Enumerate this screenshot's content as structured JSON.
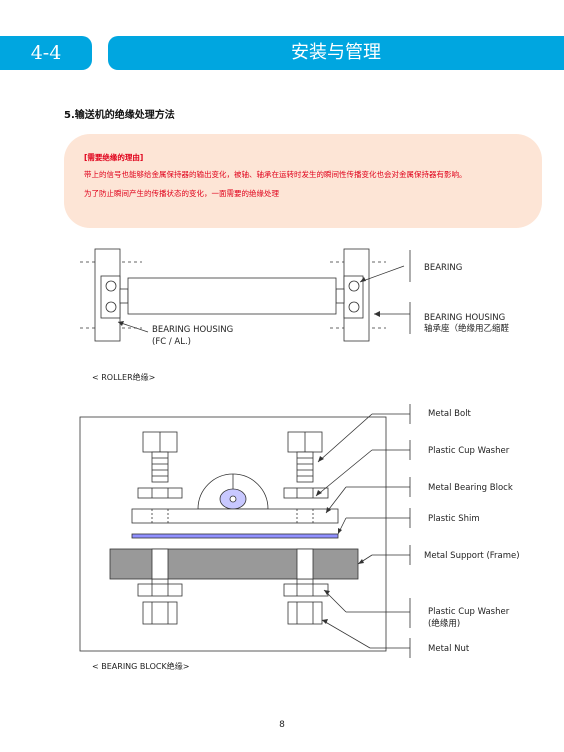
{
  "header": {
    "chapter": "4-4",
    "title": "安装与管理"
  },
  "section_title": "5.输送机的绝缘处理方法",
  "note": {
    "heading": "[需要绝缘的理由]",
    "line1": "带上的信号也能够给金属保持器的输出变化，被轴、轴承在运转时发生的瞬间性传播变化也会对金属保持器有影响。",
    "line2": "为了防止瞬间产生的传播状态的变化，一面需要的绝缘处理"
  },
  "roller_diagram": {
    "labels": {
      "bearing": "BEARING",
      "housing_right_1": "BEARING HOUSING",
      "housing_right_2": "轴承座（绝缘用乙缩醛",
      "housing_left_1": "BEARING HOUSING",
      "housing_left_2": "(FC / AL.)"
    },
    "caption": "< ROLLER绝缘>"
  },
  "block_diagram": {
    "labels": {
      "metal_bolt": "Metal Bolt",
      "plastic_cup_washer": "Plastic Cup Washer",
      "metal_bearing_block": "Metal Bearing Block",
      "plastic_shim": "Plastic Shim",
      "metal_support": "Metal Support (Frame)",
      "plastic_cup_washer_2": "Plastic Cup Washer",
      "plastic_cup_washer_2_note": "(绝缘用)",
      "metal_nut": "Metal Nut"
    },
    "caption": "< BEARING BLOCK绝缘>"
  },
  "page_number": "8",
  "colors": {
    "header_blue": "#00a6e0",
    "note_bg": "#fde5d6",
    "note_text": "#e0001a",
    "shim_blue": "#9090ff",
    "washer_purple": "#c8c8ff"
  }
}
